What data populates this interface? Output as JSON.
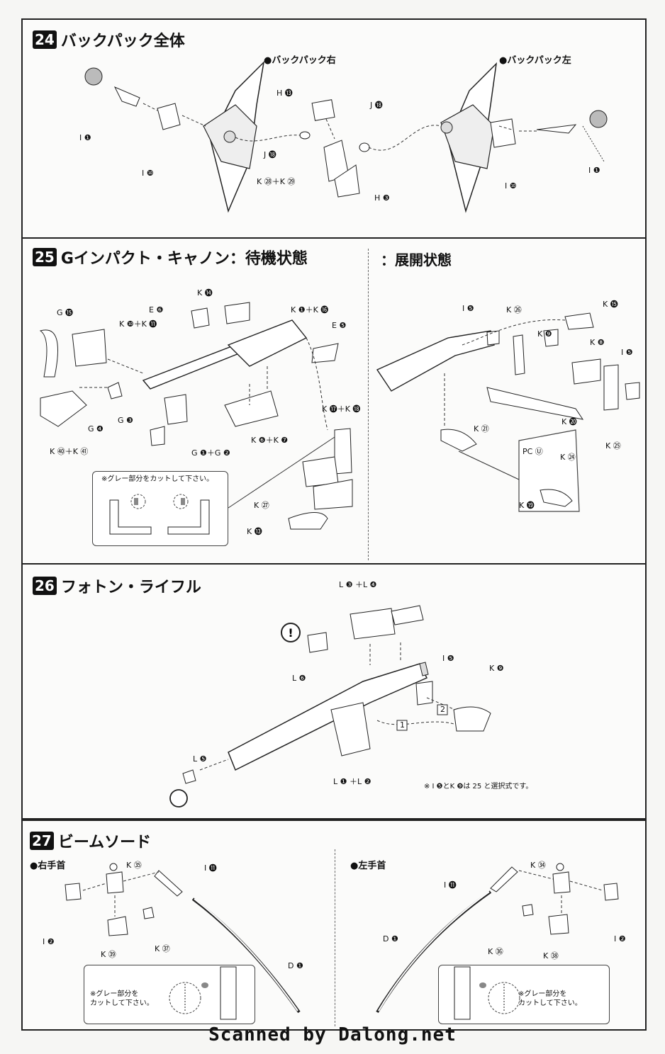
{
  "steps": {
    "s24": {
      "number": "24",
      "title": "バックパック全体",
      "right_header": "●バックパック右",
      "left_header": "●バックパック左",
      "labels": [
        "I ❶",
        "I ❿",
        "H ⓭",
        "J ⓲",
        "J ⓲",
        "K ㉘＋K ㉙",
        "H ❸",
        "I ❿",
        "I ❶"
      ]
    },
    "s25": {
      "number": "25",
      "title": "Gインパクト・キャノン：待機状態",
      "title_alt": "：展開状態",
      "labels_left": [
        "K ⓮",
        "E ❻",
        "K ❶＋K ⓰",
        "G ⓯",
        "K ❿＋K ⓫",
        "E ❺",
        "G ❹",
        "G ❸",
        "G ❶＋G ❷",
        "K ❻＋K ❼",
        "K ㊵＋K ㊶",
        "K ⓱＋K ⓲",
        "K ㉗",
        "K ⓭"
      ],
      "note": "※グレー部分をカットして下さい。",
      "labels_right": [
        "I ❺",
        "K ㉖",
        "K ⓯",
        "K ❾",
        "K ❽",
        "I ❺",
        "K ㉑",
        "K ⓴",
        "K ㉕",
        "PC Ⓤ",
        "K ㉔",
        "K ⓳"
      ]
    },
    "s26": {
      "number": "26",
      "title": "フォトン・ライフル",
      "labels": [
        "L ❸ ＋L ❹",
        "L ❻",
        "I ❺",
        "K ❾",
        "2",
        "1",
        "L ❺",
        "L ❶ ＋L ❷"
      ],
      "note": "※ I ❺とK ❾は 25 と選択式です。"
    },
    "s27": {
      "number": "27",
      "title": "ビームソード",
      "right_hand": "●右手首",
      "left_hand": "●左手首",
      "labels_right": [
        "K ㉟",
        "I ⓫",
        "I ❷",
        "K ㊴",
        "K ㊲",
        "D ❶"
      ],
      "labels_left": [
        "K ㉞",
        "I ⓫",
        "D ❶",
        "K ㊱",
        "K ㊳",
        "I ❷"
      ],
      "note": "※グレー部分を\nカットして下さい。"
    }
  },
  "footer": "Scanned by Dalong.net"
}
